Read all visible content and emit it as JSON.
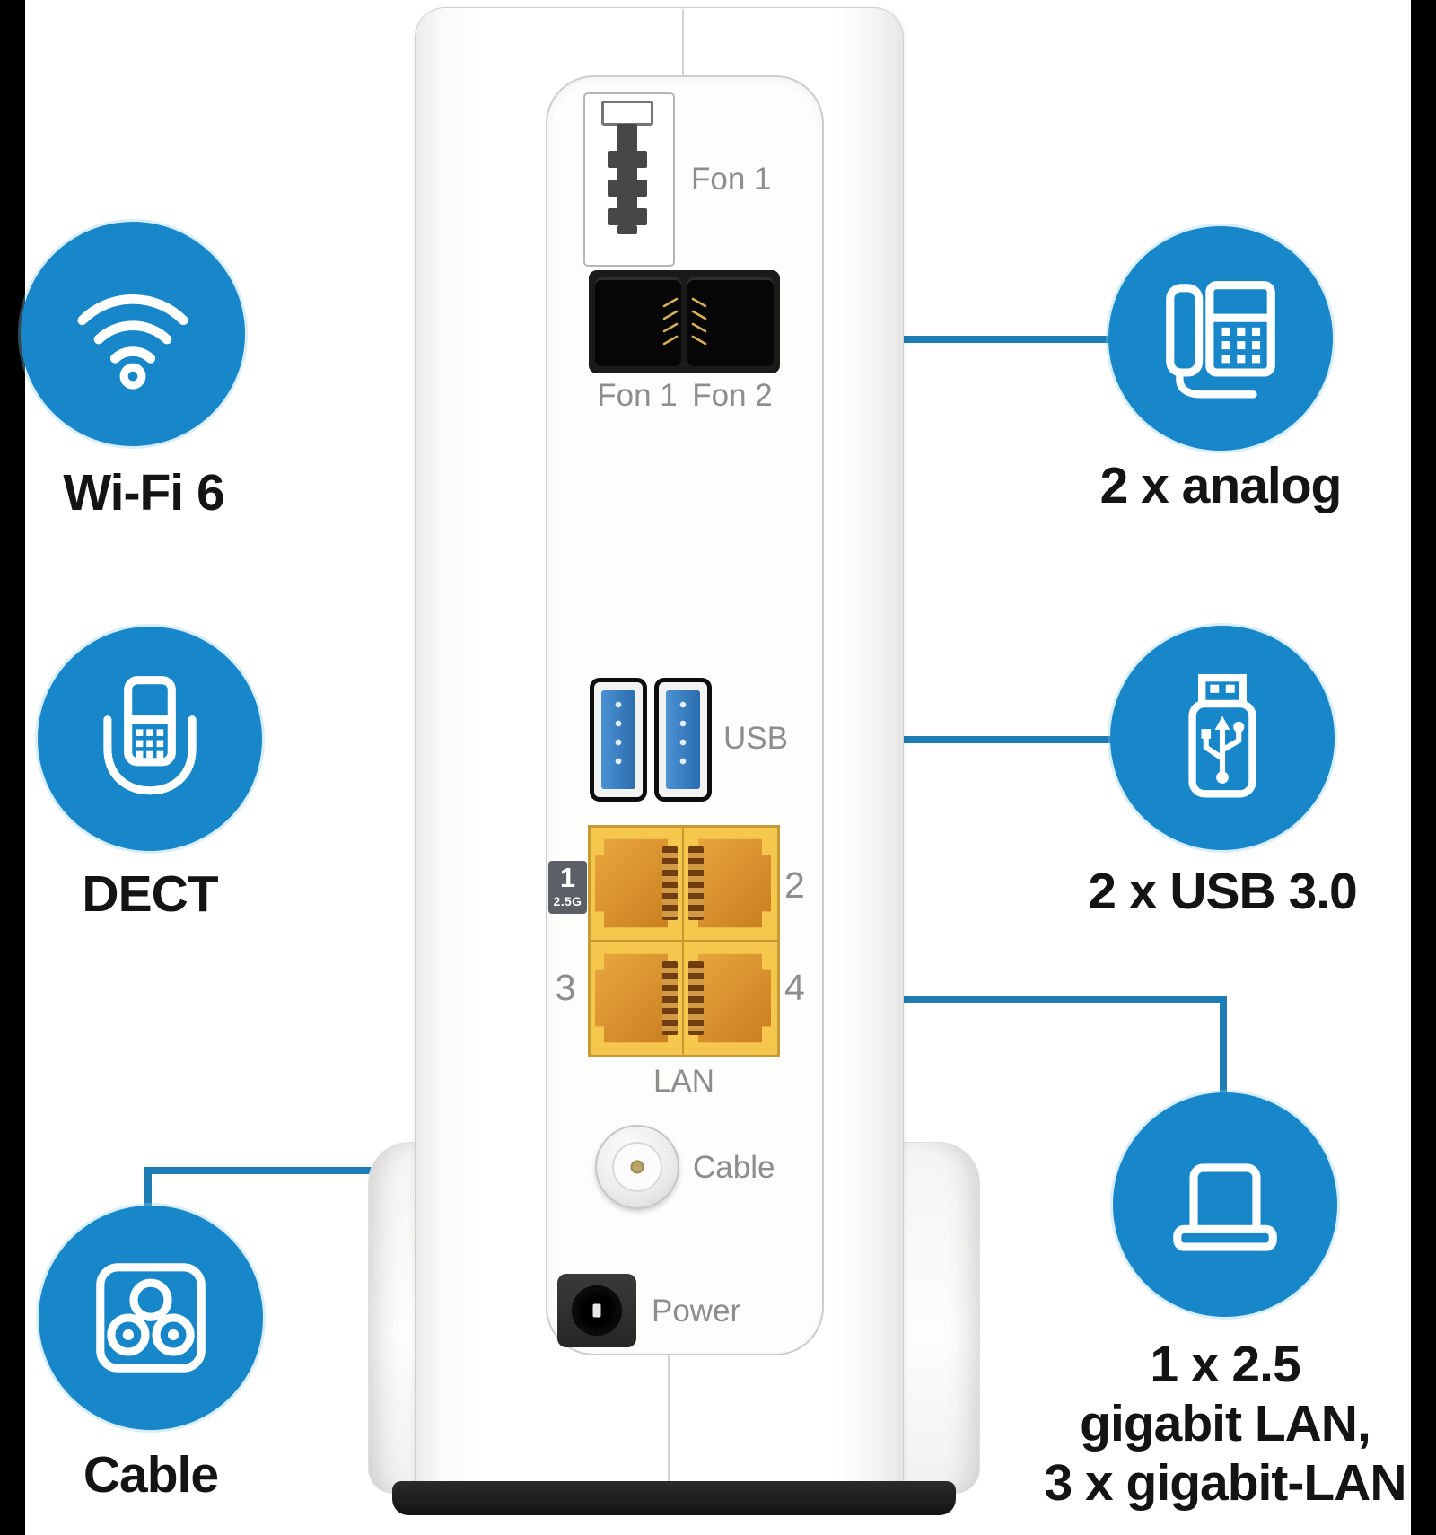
{
  "colors": {
    "accent_blue": "#1787c9",
    "line_blue": "#1d7db4",
    "feature_label_dark": "#141414",
    "port_label_gray": "#8d8d8d",
    "lan_yellow": "#f5c74c",
    "lan_orange": "#d8882f",
    "usb_blue": "#2f80c8",
    "edge_bar_black": "#000000"
  },
  "left_features": [
    {
      "id": "wifi",
      "icon": "wifi-icon",
      "label": "Wi-Fi 6"
    },
    {
      "id": "dect",
      "icon": "dect-phone-icon",
      "label": "DECT"
    },
    {
      "id": "cable",
      "icon": "cable-socket-icon",
      "label": "Cable"
    }
  ],
  "right_features": [
    {
      "id": "analog",
      "icon": "desk-phone-icon",
      "label": "2 x analog"
    },
    {
      "id": "usb",
      "icon": "usb-stick-icon",
      "label": "2 x USB 3.0"
    },
    {
      "id": "lan",
      "icon": "laptop-icon",
      "label": "1 x 2.5\ngigabit LAN,\n3 x gigabit-LAN"
    }
  ],
  "router": {
    "tae_label": "Fon 1",
    "rj11_left_label": "Fon 1",
    "rj11_right_label": "Fon 2",
    "usb_label": "USB",
    "lan_badge_number": "1",
    "lan_badge_speed": "2.5G",
    "lan_port2": "2",
    "lan_port3": "3",
    "lan_port4": "4",
    "lan_label": "LAN",
    "cable_label": "Cable",
    "power_label": "Power"
  }
}
